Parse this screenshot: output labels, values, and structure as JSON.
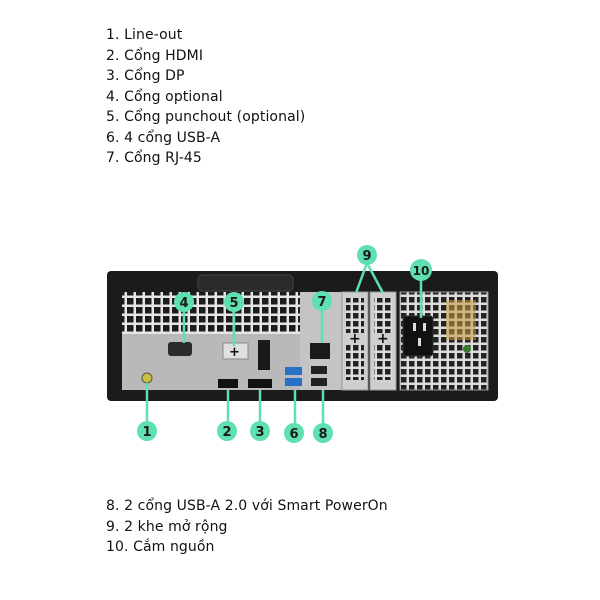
{
  "legend_top": [
    "1. Line-out",
    "2. Cổng HDMI",
    "3. Cổng DP",
    "4. Cổng optional",
    "5. Cổng punchout (optional)",
    "6. 4 cổng USB-A",
    "7. Cổng RJ-45"
  ],
  "legend_bottom": [
    "8. 2 cổng USB-A 2.0 với Smart PowerOn",
    "9. 2 khe mở rộng",
    "10. Cắm nguồn"
  ],
  "callouts": [
    "1",
    "2",
    "3",
    "4",
    "5",
    "6",
    "7",
    "8",
    "9",
    "10"
  ],
  "colors": {
    "callout": "#5fe0b0",
    "chassis": "#1b1b1b",
    "io_plate": "#bcbcbc",
    "grille": "#d9d9d9"
  }
}
